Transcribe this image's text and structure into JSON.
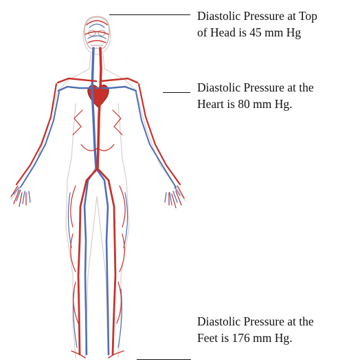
{
  "annotations": [
    {
      "id": "head",
      "lines": [
        "Diastolic Pressure at Top",
        "of Head is 45 mm Hg"
      ],
      "value_mmHg": 45
    },
    {
      "id": "heart",
      "lines": [
        "Diastolic Pressure at the",
        "Heart is 80 mm Hg."
      ],
      "value_mmHg": 80
    },
    {
      "id": "feet",
      "lines": [
        "Diastolic Pressure at the",
        "Feet is 176 mm Hg."
      ],
      "value_mmHg": 176
    }
  ],
  "colors": {
    "artery": "#c8312b",
    "vein": "#4f6fb4",
    "body_outline": "#d4c8c4",
    "text": "#111111",
    "background": "#ffffff"
  }
}
